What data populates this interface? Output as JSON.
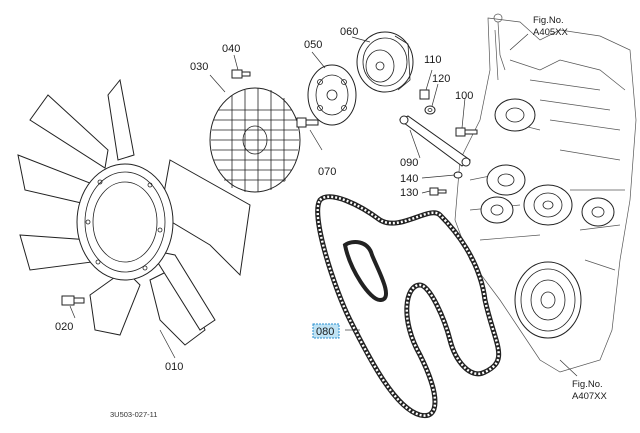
{
  "parts": [
    {
      "id": "p010",
      "label": "010"
    },
    {
      "id": "p020",
      "label": "020"
    },
    {
      "id": "p030",
      "label": "030"
    },
    {
      "id": "p040",
      "label": "040"
    },
    {
      "id": "p050",
      "label": "050"
    },
    {
      "id": "p060",
      "label": "060"
    },
    {
      "id": "p070",
      "label": "070"
    },
    {
      "id": "p080",
      "label": "080",
      "highlighted": true
    },
    {
      "id": "p090",
      "label": "090"
    },
    {
      "id": "p100",
      "label": "100"
    },
    {
      "id": "p110",
      "label": "110"
    },
    {
      "id": "p120",
      "label": "120"
    },
    {
      "id": "p130",
      "label": "130"
    },
    {
      "id": "p140",
      "label": "140"
    }
  ],
  "figure_refs": {
    "top": {
      "line1": "Fig.No.",
      "line2": "A405XX"
    },
    "bottom": {
      "line1": "Fig.No.",
      "line2": "A407XX"
    }
  },
  "drawing_code": "3U503-027-11",
  "colors": {
    "highlight_fill": "#bfe3f5",
    "highlight_stroke": "#2a8fd0",
    "line": "#222222"
  }
}
